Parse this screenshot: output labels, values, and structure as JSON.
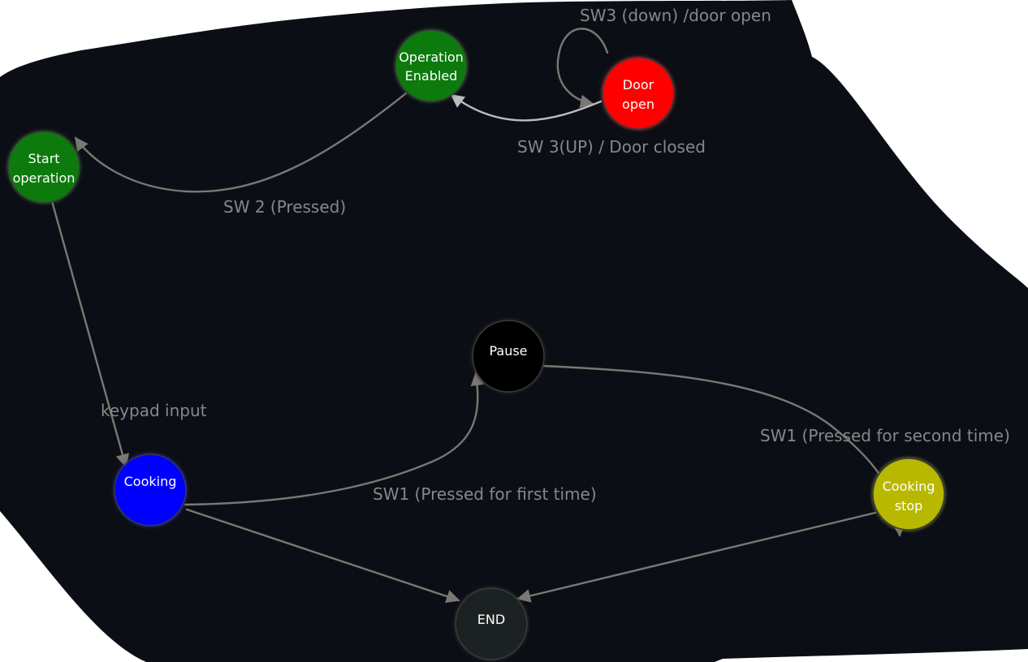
{
  "colors": {
    "canvas": "#0b0f15",
    "edge": "#7b7772",
    "edge_highlight": "#b9bdc2",
    "label": "#878787",
    "node_text": "#ffffff",
    "node_border": "#3a3a3a"
  },
  "nodes": {
    "operation_enabled": {
      "line1": "Operation",
      "line2": "Enabled",
      "color": "#0a7a0a"
    },
    "door_open": {
      "line1": "Door",
      "line2": "open",
      "color": "#ff0000"
    },
    "start_operation": {
      "line1": "Start",
      "line2": "operation",
      "color": "#0a7a0a"
    },
    "pause": {
      "line1": "Pause",
      "line2": "",
      "color": "#000000"
    },
    "cooking": {
      "line1": "Cooking",
      "line2": "",
      "color": "#0000ff"
    },
    "cooking_stop": {
      "line1": "Cooking",
      "line2": "stop",
      "color": "#b8b800"
    },
    "end": {
      "line1": "END",
      "line2": "",
      "color": "#1f2022"
    }
  },
  "edges": {
    "door_self_loop": {
      "label": "SW3 (down) /door open"
    },
    "door_to_enabled": {
      "label": "SW 3(UP) / Door closed"
    },
    "enabled_to_start": {
      "label": "SW 2 (Pressed)"
    },
    "start_to_cooking": {
      "label": "keypad input"
    },
    "cooking_to_pause": {
      "label": "SW1 (Pressed for first time)"
    },
    "pause_to_stop": {
      "label": "SW1 (Pressed for second time)"
    },
    "cooking_to_end": {
      "label": ""
    },
    "stop_to_end": {
      "label": ""
    }
  }
}
